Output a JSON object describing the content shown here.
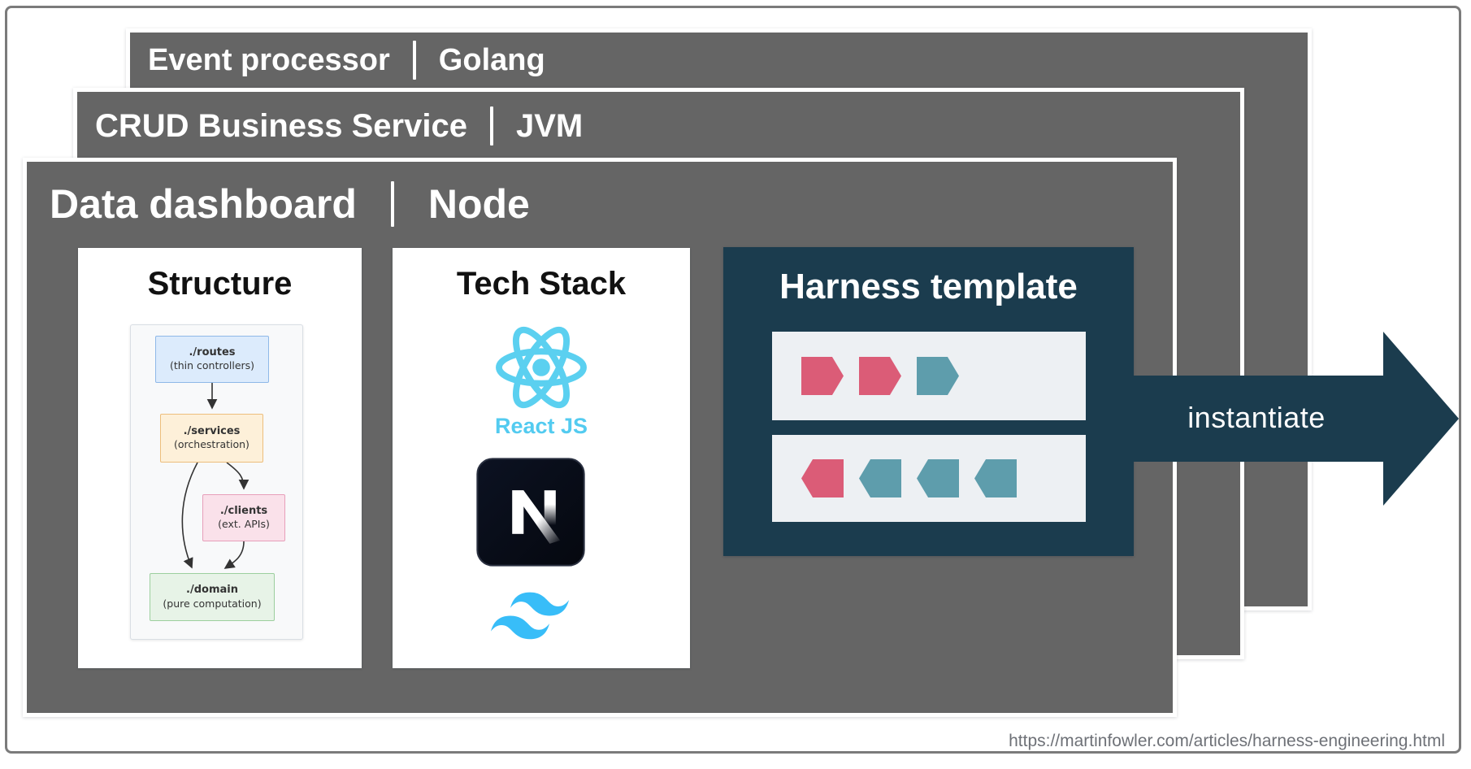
{
  "stack": [
    {
      "service": "Event processor",
      "tech": "Golang"
    },
    {
      "service": "CRUD Business Service",
      "tech": "JVM"
    },
    {
      "service": "Data dashboard",
      "tech": "Node"
    }
  ],
  "structure": {
    "title": "Structure",
    "nodes": [
      {
        "name": "./routes",
        "detail": "(thin controllers)"
      },
      {
        "name": "./services",
        "detail": "(orchestration)"
      },
      {
        "name": "./clients",
        "detail": "(ext. APIs)"
      },
      {
        "name": "./domain",
        "detail": "(pure computation)"
      }
    ]
  },
  "tech_stack": {
    "title": "Tech Stack",
    "react_label": "React JS",
    "icons": [
      "react-logo",
      "nextjs-logo",
      "tailwind-logo"
    ]
  },
  "harness": {
    "title": "Harness template",
    "rows": [
      {
        "direction": "right",
        "chevrons": [
          "pink",
          "pink",
          "teal"
        ]
      },
      {
        "direction": "left",
        "chevrons": [
          "pink",
          "teal",
          "teal",
          "teal"
        ]
      }
    ]
  },
  "arrow": {
    "label": "instantiate"
  },
  "footer": {
    "url": "https://martinfowler.com/articles/harness-engineering.html"
  },
  "colors": {
    "card_gray": "#656565",
    "dark_teal": "#1b3c4e",
    "row_bg": "#edf0f3",
    "chevron_pink": "#db5c77",
    "chevron_teal": "#5e9dac",
    "react_blue": "#5bd0f0",
    "tailwind_blue": "#38bdf8",
    "url_gray": "#6e7177"
  }
}
